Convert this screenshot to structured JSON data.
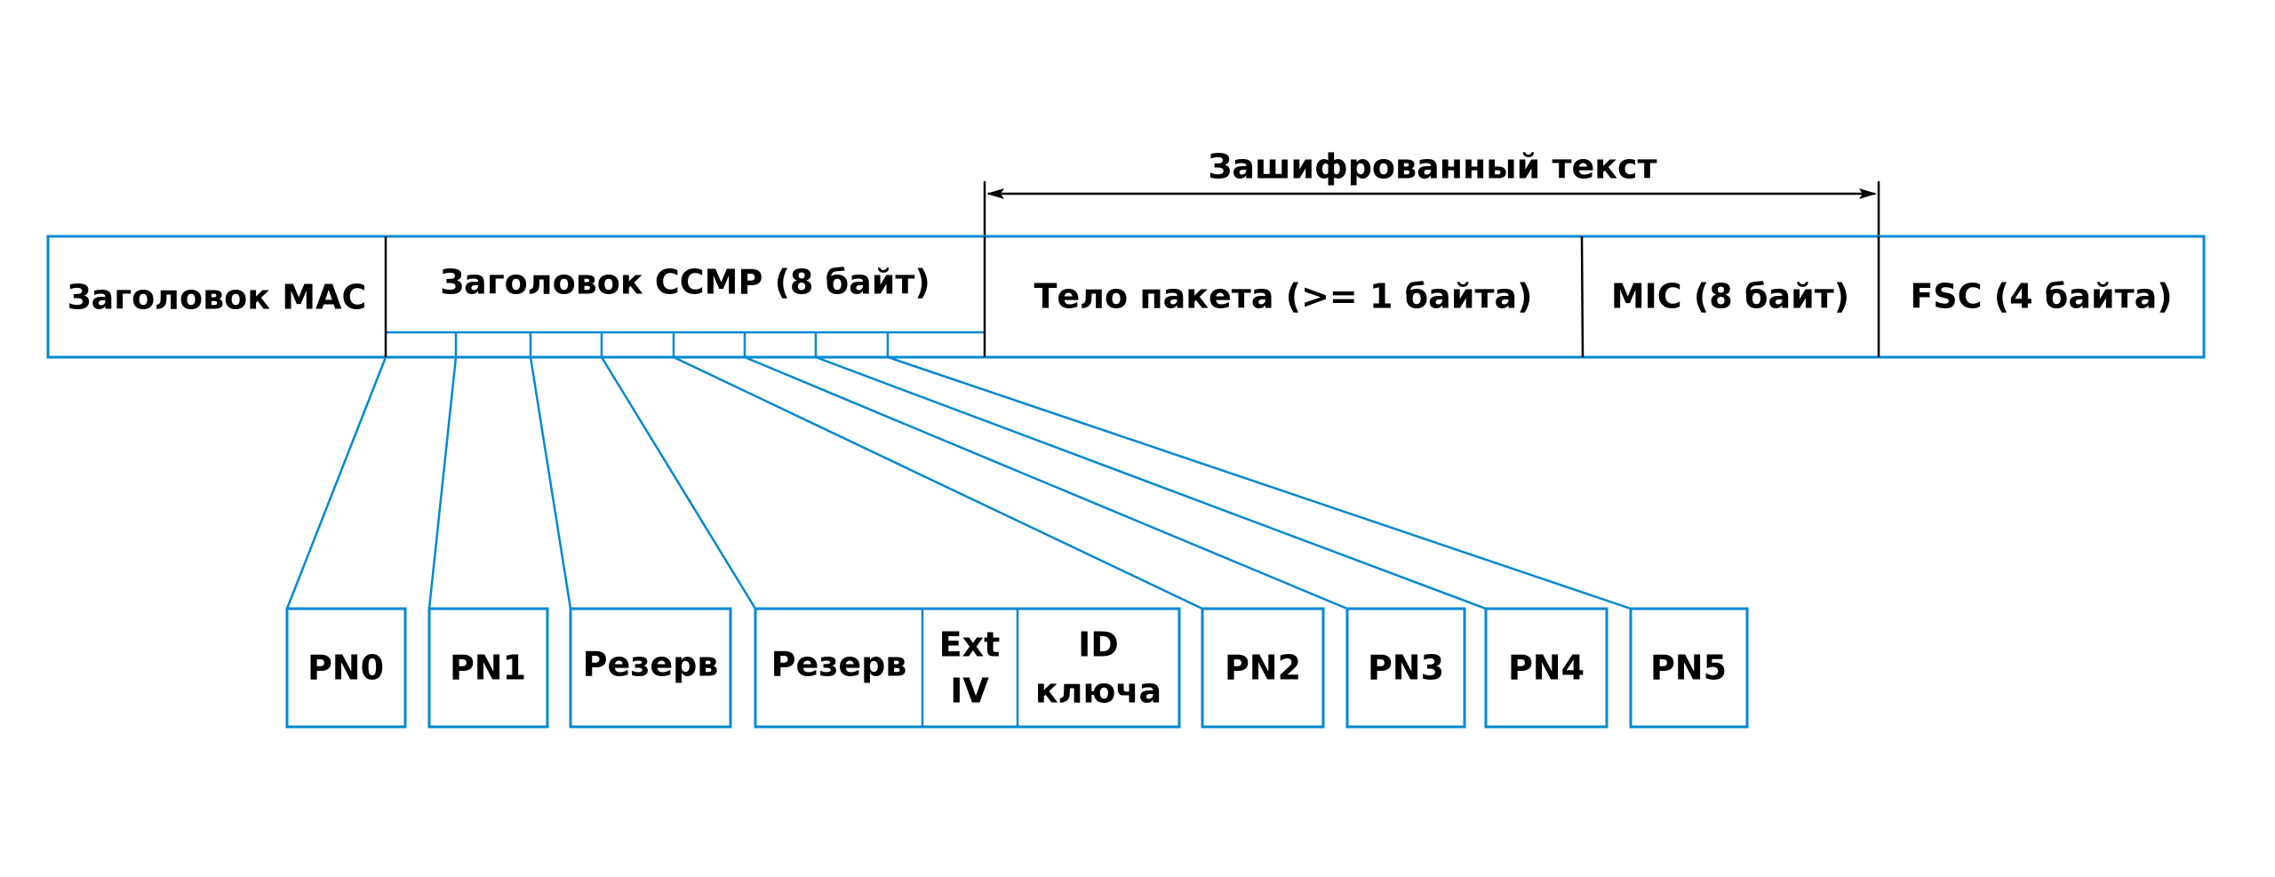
{
  "colors": {
    "frame": "#0288D1",
    "divider": "#000000"
  },
  "encrypted_label": "Зашифрованный текст",
  "frame": {
    "mac_header": "Заголовок MAC",
    "ccmp_header": "Заголовок CCMP (8 байт)",
    "body": "Тело пакета (>= 1 байта)",
    "mic": "MIC (8 байт)",
    "fsc": "FSC (4 байта)"
  },
  "ccmp_fields": {
    "pn0": "PN0",
    "pn1": "PN1",
    "reserved1": "Резерв",
    "reserved2": "Резерв",
    "ext_iv_line1": "Ext",
    "ext_iv_line2": "IV",
    "key_id_line1": "ID",
    "key_id_line2": "ключа",
    "pn2": "PN2",
    "pn3": "PN3",
    "pn4": "PN4",
    "pn5": "PN5"
  }
}
